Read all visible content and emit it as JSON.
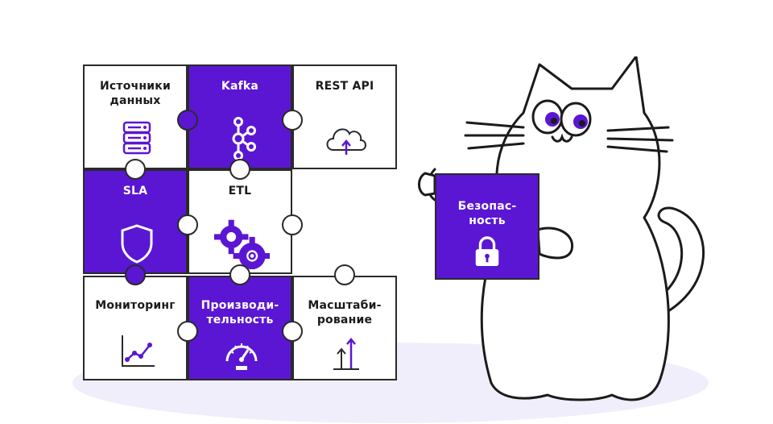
{
  "puzzle": {
    "pieces": [
      {
        "id": "sources",
        "label": "Источники\nданных",
        "icon": "database-icon",
        "theme": "white"
      },
      {
        "id": "kafka",
        "label": "Kafka",
        "icon": "kafka-icon",
        "theme": "purple"
      },
      {
        "id": "rest",
        "label": "REST API",
        "icon": "cloud-upload-icon",
        "theme": "white"
      },
      {
        "id": "sla",
        "label": "SLA",
        "icon": "shield-icon",
        "theme": "purple"
      },
      {
        "id": "etl",
        "label": "ETL",
        "icon": "gears-icon",
        "theme": "white"
      },
      {
        "id": "monitoring",
        "label": "Мониторинг",
        "icon": "line-chart-icon",
        "theme": "white"
      },
      {
        "id": "performance",
        "label": "Производи-\nтельность",
        "icon": "speedometer-icon",
        "theme": "purple"
      },
      {
        "id": "scaling",
        "label": "Масштаби-\nрование",
        "icon": "scale-arrows-icon",
        "theme": "white"
      }
    ]
  },
  "cat_piece": {
    "label": "Безопас-\nность",
    "icon": "lock-icon"
  },
  "colors": {
    "accent": "#5b16d3",
    "outline": "#2a2a2a",
    "floor": "#f1eefb"
  }
}
